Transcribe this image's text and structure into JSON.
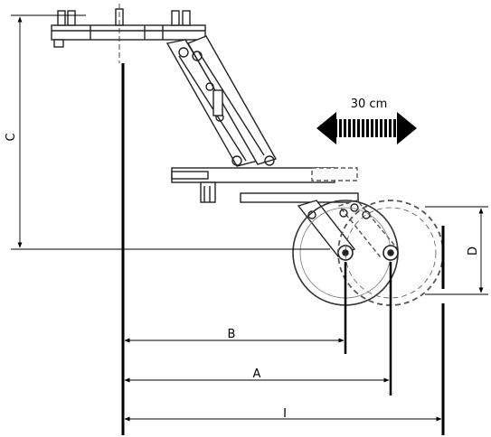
{
  "dimensions": {
    "A": "A",
    "B": "B",
    "C": "C",
    "D": "D",
    "I": "I"
  },
  "adjustment": {
    "label": "30 cm"
  },
  "colors": {
    "line": "#000000",
    "sketch": "#222222",
    "dashed": "#555555",
    "background": "#ffffff"
  }
}
